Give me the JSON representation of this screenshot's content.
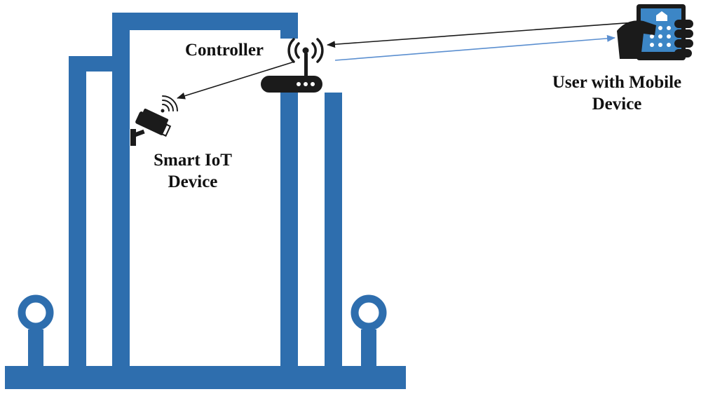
{
  "labels": {
    "controller": "Controller",
    "iot_line1": "Smart IoT",
    "iot_line2": "Device",
    "user_line1": "User with Mobile",
    "user_line2": "Device"
  },
  "colors": {
    "structure": "#2E6EAE",
    "arrow_black": "#1a1a1a",
    "arrow_blue": "#5b8fd0",
    "icon_dark": "#1b1b1b",
    "screen_blue": "#3c86c6"
  },
  "icons": [
    "wifi-router-icon",
    "cctv-camera-icon",
    "wifi-signal-icon",
    "hand-with-mobile-icon"
  ]
}
